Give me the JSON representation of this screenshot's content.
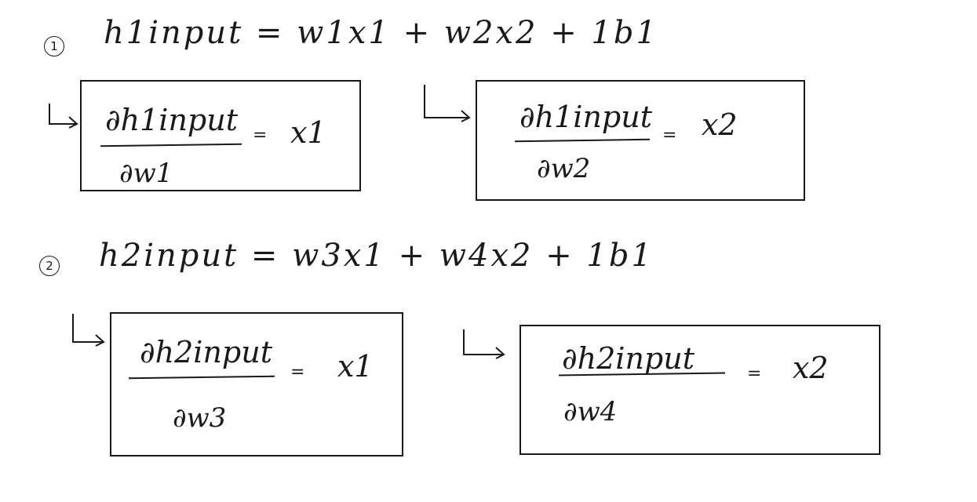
{
  "equations": [
    {
      "number": "1",
      "equation": "h1input = w1x1 + w2x2 + 1b1",
      "derivatives": [
        {
          "numerator": "∂h1input",
          "denominator": "∂w1",
          "result": "x1"
        },
        {
          "numerator": "∂h1input",
          "denominator": "∂w2",
          "result": "x2"
        }
      ]
    },
    {
      "number": "2",
      "equation": "h2input = w3x1 + w4x2 + 1b1",
      "derivatives": [
        {
          "numerator": "∂h2input",
          "denominator": "∂w3",
          "result": "x1"
        },
        {
          "numerator": "∂h2input",
          "denominator": "∂w4",
          "result": "x2"
        }
      ]
    }
  ],
  "equals_sign": "="
}
